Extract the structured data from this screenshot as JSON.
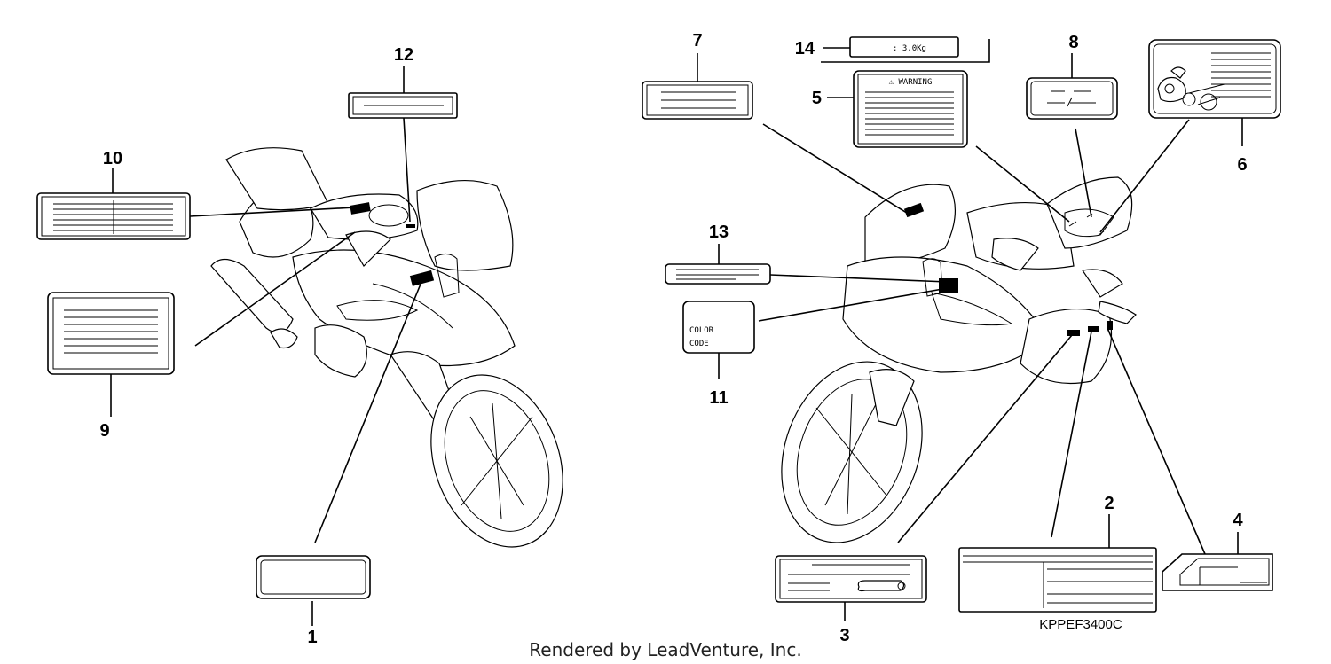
{
  "diagram": {
    "callouts": [
      {
        "id": "1",
        "label": "1"
      },
      {
        "id": "2",
        "label": "2"
      },
      {
        "id": "3",
        "label": "3"
      },
      {
        "id": "4",
        "label": "4"
      },
      {
        "id": "5",
        "label": "5"
      },
      {
        "id": "6",
        "label": "6"
      },
      {
        "id": "7",
        "label": "7"
      },
      {
        "id": "8",
        "label": "8"
      },
      {
        "id": "9",
        "label": "9"
      },
      {
        "id": "10",
        "label": "10"
      },
      {
        "id": "11",
        "label": "11"
      },
      {
        "id": "12",
        "label": "12"
      },
      {
        "id": "13",
        "label": "13"
      },
      {
        "id": "14",
        "label": "14"
      }
    ],
    "label_texts": {
      "weight": ": 3.0Kg",
      "warning": "⚠ WARNING",
      "color_code_line1": "COLOR",
      "color_code_line2": "CODE"
    },
    "part_code": "KPPEF3400C",
    "credit": "Rendered by LeadVenture, Inc."
  }
}
